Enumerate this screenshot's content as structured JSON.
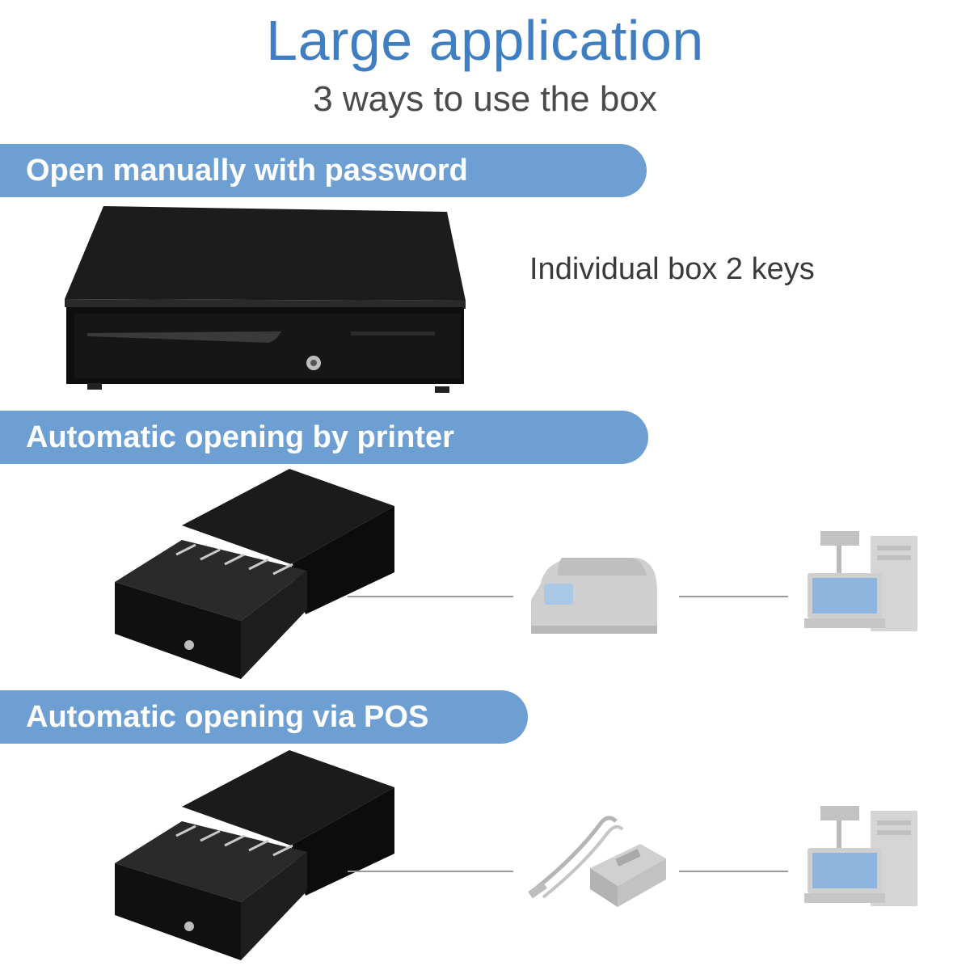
{
  "header": {
    "title": "Large application",
    "subtitle": "3 ways to use the box"
  },
  "sections": [
    {
      "banner": "Open manually with password",
      "note": "Individual box 2 keys"
    },
    {
      "banner": "Automatic opening by printer"
    },
    {
      "banner": "Automatic opening via POS"
    }
  ],
  "colors": {
    "title": "#3f7ec0",
    "banner_bg": "#6e9fd3",
    "banner_text": "#ffffff",
    "drawer": "#111111",
    "faded_device": "#c8c8c8"
  },
  "icons": [
    "cash-drawer-closed",
    "cash-drawer-open",
    "receipt-printer",
    "pos-terminal",
    "usb-cable-adapter"
  ]
}
